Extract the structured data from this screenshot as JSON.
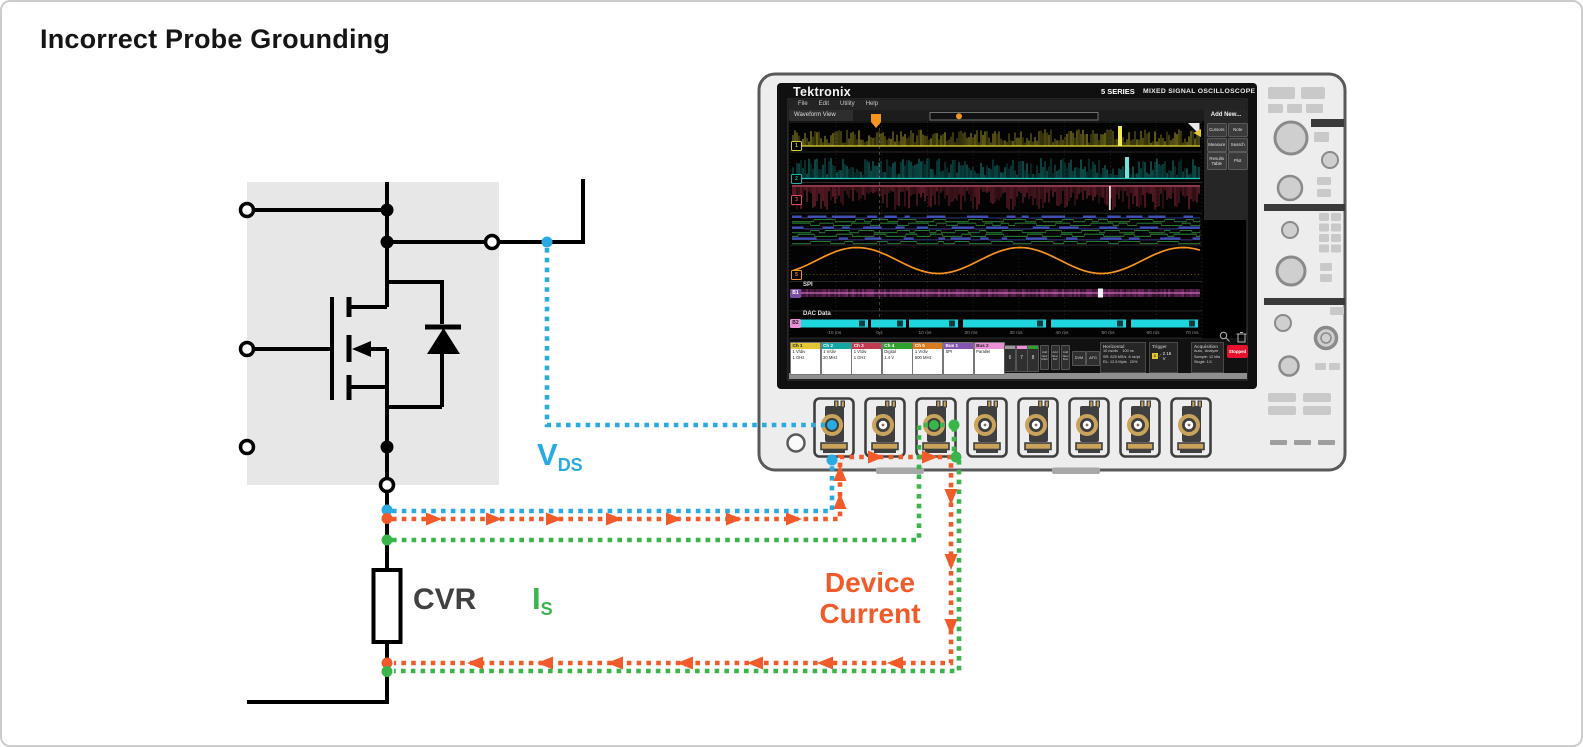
{
  "title": "Incorrect Probe Grounding",
  "diagram": {
    "cvr": "CVR",
    "vds_main": "V",
    "vds_sub": "DS",
    "is_main": "I",
    "is_sub": "S",
    "device_current_l1": "Device",
    "device_current_l2": "Current",
    "colors": {
      "vds_blue": "#29ABE2",
      "is_green": "#39B54A",
      "device_orange": "#F15A29",
      "module_gray": "#E7E7E7"
    }
  },
  "scope": {
    "brand": "Tektronix",
    "series": "5 SERIES",
    "type": "MIXED SIGNAL OSCILLOSCOPE",
    "menu": [
      "File",
      "Edit",
      "Utility",
      "Help"
    ],
    "view_tab": "Waveform View",
    "add_new": "Add New...",
    "side_buttons": [
      "Cursors",
      "Note",
      "Measure",
      "Search",
      "Results Table",
      "Plot"
    ],
    "spi_label": "SPI",
    "dac_label": "DAC Data",
    "axis_ticks": [
      "-10 ms",
      "0 s",
      "10 ms",
      "20 ms",
      "30 ms",
      "40 ms",
      "50 ms",
      "60 ms",
      "70 ms"
    ],
    "wave_badges": [
      "1",
      "2",
      "3",
      "5",
      "B1",
      "B2"
    ],
    "channels": [
      {
        "name": "Ch 1",
        "color": "#E2C634",
        "l1": "1 V/div",
        "l2": "1 GHz"
      },
      {
        "name": "Ch 2",
        "color": "#14A5A5",
        "l1": "1 V/div",
        "l2": "20 MHz"
      },
      {
        "name": "Ch 3",
        "color": "#C23B50",
        "l1": "1 V/div",
        "l2": "1 GHz"
      },
      {
        "name": "Ch 4",
        "color": "#2FA12F",
        "l1": "Digital",
        "l2": "1.4 V"
      },
      {
        "name": "Ch 5",
        "color": "#D97B21",
        "l1": "1 V/div",
        "l2": "500 MHz"
      },
      {
        "name": "Bus 1",
        "color": "#8456B0",
        "l1": "SPI",
        "l2": ""
      },
      {
        "name": "Bus 2",
        "color": "#EC8FD7",
        "l1": "Parallel",
        "l2": ""
      }
    ],
    "num_buttons": [
      "6",
      "7",
      "8"
    ],
    "add_buttons": [
      "Add New Math",
      "Add New Ref",
      "Add New Bus"
    ],
    "gen_buttons": [
      "DVM",
      "AFG"
    ],
    "horizontal": {
      "title": "Horizontal",
      "rows": [
        "10 ns/div    100 ns",
        "SR: 625 MS/s  8 ns/pt",
        "RL: 12.5 Mpts   20%"
      ]
    },
    "trigger": {
      "title": "Trigger",
      "badge": "1",
      "value": "2.16 V"
    },
    "acquisition": {
      "title": "Acquisition",
      "rows": [
        "Auto,  Analyze",
        "Sample: 12 bits",
        "Single: 1/1"
      ]
    },
    "run_state": "Stopped"
  }
}
